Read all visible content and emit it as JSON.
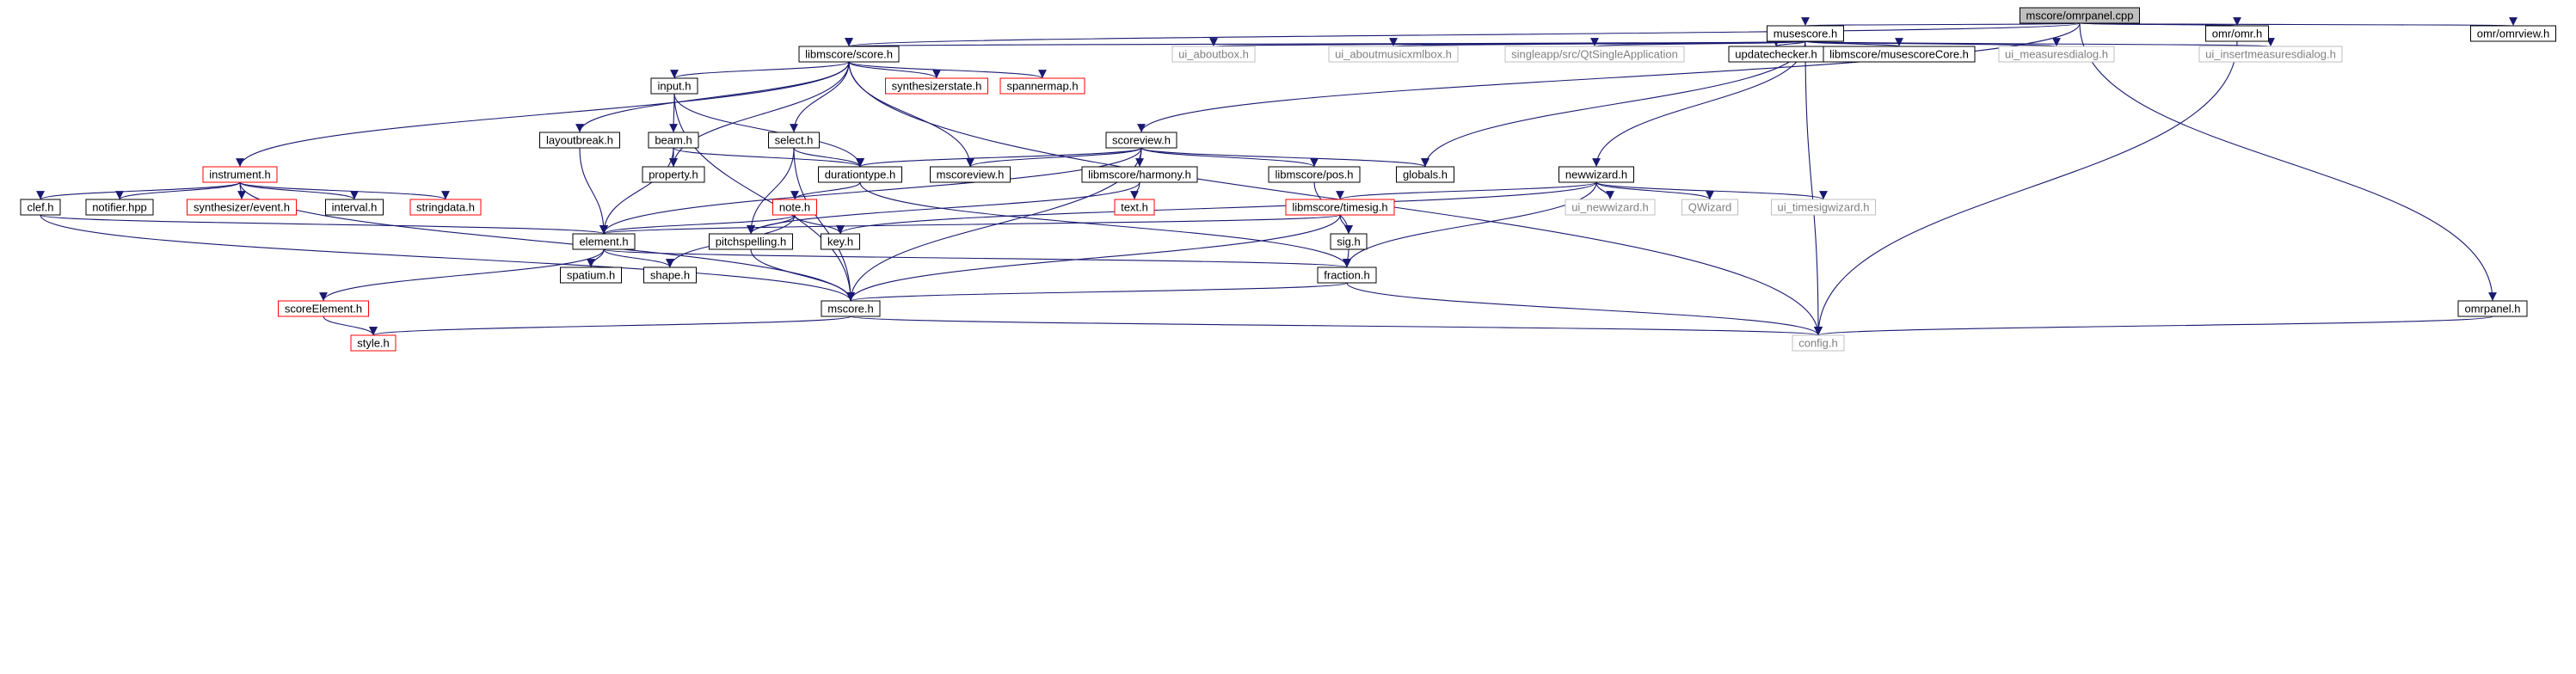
{
  "title": "mscore/omrpanel.cpp",
  "colors": {
    "edge": "#191970",
    "root_fill": "#bfbfbf",
    "border_normal": "#000000",
    "border_missing": "#ff0000",
    "border_external": "#bfbfbf",
    "text_normal": "#000000",
    "text_external": "#7f7f7f"
  },
  "nodes": [
    {
      "id": "omrpanel_cpp",
      "label": "mscore/omrpanel.cpp",
      "kind": "root"
    },
    {
      "id": "musescore_h",
      "label": "musescore.h",
      "kind": "normal"
    },
    {
      "id": "omr_h",
      "label": "omr/omr.h",
      "kind": "normal"
    },
    {
      "id": "omrview_h",
      "label": "omr/omrview.h",
      "kind": "normal"
    },
    {
      "id": "score_h",
      "label": "libmscore/score.h",
      "kind": "normal"
    },
    {
      "id": "ui_aboutbox",
      "label": "ui_aboutbox.h",
      "kind": "external"
    },
    {
      "id": "ui_aboutmusicxml",
      "label": "ui_aboutmusicxmlbox.h",
      "kind": "external"
    },
    {
      "id": "qtsingleapp",
      "label": "singleapp/src/QtSingleApplication",
      "kind": "external"
    },
    {
      "id": "updatechecker",
      "label": "updatechecker.h",
      "kind": "normal"
    },
    {
      "id": "musescorecore",
      "label": "libmscore/musescoreCore.h",
      "kind": "normal"
    },
    {
      "id": "ui_measuresdialog",
      "label": "ui_measuresdialog.h",
      "kind": "external"
    },
    {
      "id": "ui_insertmeasures",
      "label": "ui_insertmeasuresdialog.h",
      "kind": "external"
    },
    {
      "id": "input_h",
      "label": "input.h",
      "kind": "normal"
    },
    {
      "id": "synthstate",
      "label": "synthesizerstate.h",
      "kind": "missing"
    },
    {
      "id": "spannermap",
      "label": "spannermap.h",
      "kind": "missing"
    },
    {
      "id": "layoutbreak",
      "label": "layoutbreak.h",
      "kind": "normal"
    },
    {
      "id": "beam_h",
      "label": "beam.h",
      "kind": "normal"
    },
    {
      "id": "select_h",
      "label": "select.h",
      "kind": "normal"
    },
    {
      "id": "scoreview_h",
      "label": "scoreview.h",
      "kind": "normal"
    },
    {
      "id": "instrument_h",
      "label": "instrument.h",
      "kind": "missing"
    },
    {
      "id": "property_h",
      "label": "property.h",
      "kind": "normal"
    },
    {
      "id": "durationtype",
      "label": "durationtype.h",
      "kind": "normal"
    },
    {
      "id": "mscoreview",
      "label": "mscoreview.h",
      "kind": "normal"
    },
    {
      "id": "harmony",
      "label": "libmscore/harmony.h",
      "kind": "normal"
    },
    {
      "id": "pos_h",
      "label": "libmscore/pos.h",
      "kind": "normal"
    },
    {
      "id": "globals_h",
      "label": "globals.h",
      "kind": "normal"
    },
    {
      "id": "newwizard",
      "label": "newwizard.h",
      "kind": "normal"
    },
    {
      "id": "clef_h",
      "label": "clef.h",
      "kind": "normal"
    },
    {
      "id": "notifier",
      "label": "notifier.hpp",
      "kind": "normal"
    },
    {
      "id": "synthevent",
      "label": "synthesizer/event.h",
      "kind": "missing"
    },
    {
      "id": "interval_h",
      "label": "interval.h",
      "kind": "normal"
    },
    {
      "id": "stringdata",
      "label": "stringdata.h",
      "kind": "missing"
    },
    {
      "id": "note_h",
      "label": "note.h",
      "kind": "missing"
    },
    {
      "id": "text_h",
      "label": "text.h",
      "kind": "missing"
    },
    {
      "id": "timesig",
      "label": "libmscore/timesig.h",
      "kind": "missing"
    },
    {
      "id": "ui_newwizard",
      "label": "ui_newwizard.h",
      "kind": "external"
    },
    {
      "id": "qwizard",
      "label": "QWizard",
      "kind": "external"
    },
    {
      "id": "ui_timesigwizard",
      "label": "ui_timesigwizard.h",
      "kind": "external"
    },
    {
      "id": "element_h",
      "label": "element.h",
      "kind": "normal"
    },
    {
      "id": "pitchspelling",
      "label": "pitchspelling.h",
      "kind": "normal"
    },
    {
      "id": "key_h",
      "label": "key.h",
      "kind": "normal"
    },
    {
      "id": "sig_h",
      "label": "sig.h",
      "kind": "normal"
    },
    {
      "id": "spatium_h",
      "label": "spatium.h",
      "kind": "normal"
    },
    {
      "id": "shape_h",
      "label": "shape.h",
      "kind": "normal"
    },
    {
      "id": "fraction_h",
      "label": "fraction.h",
      "kind": "normal"
    },
    {
      "id": "scoreelement",
      "label": "scoreElement.h",
      "kind": "missing"
    },
    {
      "id": "mscore_h",
      "label": "mscore.h",
      "kind": "normal"
    },
    {
      "id": "omrpanel_h",
      "label": "omrpanel.h",
      "kind": "normal"
    },
    {
      "id": "style_h",
      "label": "style.h",
      "kind": "missing"
    },
    {
      "id": "config_h",
      "label": "config.h",
      "kind": "external"
    }
  ],
  "edges": [
    [
      "omrpanel_cpp",
      "musescore_h"
    ],
    [
      "omrpanel_cpp",
      "omr_h"
    ],
    [
      "omrpanel_cpp",
      "omrview_h"
    ],
    [
      "omrpanel_cpp",
      "score_h"
    ],
    [
      "omrpanel_cpp",
      "scoreview_h"
    ],
    [
      "omrpanel_cpp",
      "omrpanel_h"
    ],
    [
      "musescore_h",
      "score_h"
    ],
    [
      "musescore_h",
      "ui_aboutbox"
    ],
    [
      "musescore_h",
      "ui_aboutmusicxml"
    ],
    [
      "musescore_h",
      "qtsingleapp"
    ],
    [
      "musescore_h",
      "updatechecker"
    ],
    [
      "musescore_h",
      "musescorecore"
    ],
    [
      "musescore_h",
      "ui_measuresdialog"
    ],
    [
      "musescore_h",
      "ui_insertmeasures"
    ],
    [
      "musescore_h",
      "globals_h"
    ],
    [
      "musescore_h",
      "newwizard"
    ],
    [
      "musescore_h",
      "config_h"
    ],
    [
      "omr_h",
      "config_h"
    ],
    [
      "score_h",
      "input_h"
    ],
    [
      "score_h",
      "synthstate"
    ],
    [
      "score_h",
      "spannermap"
    ],
    [
      "score_h",
      "layoutbreak"
    ],
    [
      "score_h",
      "select_h"
    ],
    [
      "score_h",
      "instrument_h"
    ],
    [
      "score_h",
      "property_h"
    ],
    [
      "score_h",
      "mscoreview"
    ],
    [
      "score_h",
      "config_h"
    ],
    [
      "input_h",
      "beam_h"
    ],
    [
      "input_h",
      "durationtype"
    ],
    [
      "input_h",
      "mscore_h"
    ],
    [
      "layoutbreak",
      "element_h"
    ],
    [
      "beam_h",
      "property_h"
    ],
    [
      "beam_h",
      "durationtype"
    ],
    [
      "beam_h",
      "element_h"
    ],
    [
      "select_h",
      "durationtype"
    ],
    [
      "select_h",
      "pitchspelling"
    ],
    [
      "select_h",
      "mscore_h"
    ],
    [
      "scoreview_h",
      "durationtype"
    ],
    [
      "scoreview_h",
      "mscoreview"
    ],
    [
      "scoreview_h",
      "harmony"
    ],
    [
      "scoreview_h",
      "pos_h"
    ],
    [
      "scoreview_h",
      "globals_h"
    ],
    [
      "scoreview_h",
      "element_h"
    ],
    [
      "scoreview_h",
      "mscore_h"
    ],
    [
      "instrument_h",
      "clef_h"
    ],
    [
      "instrument_h",
      "notifier"
    ],
    [
      "instrument_h",
      "synthevent"
    ],
    [
      "instrument_h",
      "interval_h"
    ],
    [
      "instrument_h",
      "stringdata"
    ],
    [
      "instrument_h",
      "mscore_h"
    ],
    [
      "durationtype",
      "note_h"
    ],
    [
      "durationtype",
      "fraction_h"
    ],
    [
      "harmony",
      "text_h"
    ],
    [
      "harmony",
      "pitchspelling"
    ],
    [
      "pos_h",
      "sig_h"
    ],
    [
      "newwizard",
      "ui_newwizard"
    ],
    [
      "newwizard",
      "qwizard"
    ],
    [
      "newwizard",
      "ui_timesigwizard"
    ],
    [
      "newwizard",
      "timesig"
    ],
    [
      "newwizard",
      "key_h"
    ],
    [
      "newwizard",
      "fraction_h"
    ],
    [
      "clef_h",
      "element_h"
    ],
    [
      "clef_h",
      "mscore_h"
    ],
    [
      "note_h",
      "element_h"
    ],
    [
      "note_h",
      "pitchspelling"
    ],
    [
      "note_h",
      "key_h"
    ],
    [
      "note_h",
      "shape_h"
    ],
    [
      "timesig",
      "element_h"
    ],
    [
      "timesig",
      "sig_h"
    ],
    [
      "timesig",
      "mscore_h"
    ],
    [
      "element_h",
      "spatium_h"
    ],
    [
      "element_h",
      "shape_h"
    ],
    [
      "element_h",
      "fraction_h"
    ],
    [
      "element_h",
      "scoreelement"
    ],
    [
      "pitchspelling",
      "mscore_h"
    ],
    [
      "sig_h",
      "fraction_h"
    ],
    [
      "fraction_h",
      "mscore_h"
    ],
    [
      "fraction_h",
      "config_h"
    ],
    [
      "scoreelement",
      "style_h"
    ],
    [
      "mscore_h",
      "style_h"
    ],
    [
      "mscore_h",
      "config_h"
    ],
    [
      "omrpanel_h",
      "config_h"
    ]
  ]
}
